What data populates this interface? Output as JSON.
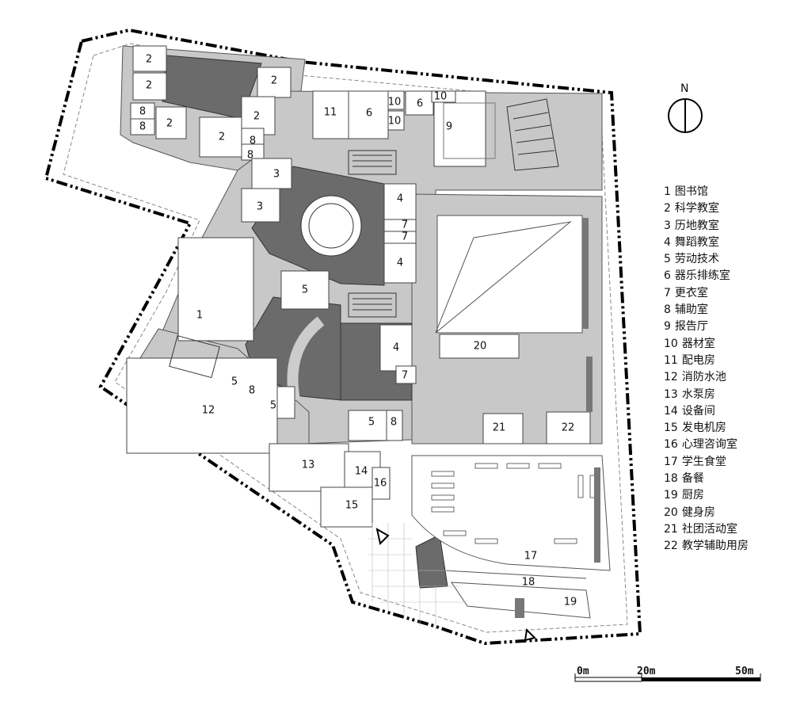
{
  "north": {
    "label": "N"
  },
  "rooms": [
    {
      "num": "1",
      "name": "图书馆"
    },
    {
      "num": "2",
      "name": "科学教室"
    },
    {
      "num": "3",
      "name": "历地教室"
    },
    {
      "num": "4",
      "name": "舞蹈教室"
    },
    {
      "num": "5",
      "name": "劳动技术"
    },
    {
      "num": "6",
      "name": "器乐排练室"
    },
    {
      "num": "7",
      "name": "更衣室"
    },
    {
      "num": "8",
      "name": "辅助室"
    },
    {
      "num": "9",
      "name": "报告厅"
    },
    {
      "num": "10",
      "name": "器材室"
    },
    {
      "num": "11",
      "name": "配电房"
    },
    {
      "num": "12",
      "name": "消防水池"
    },
    {
      "num": "13",
      "name": "水泵房"
    },
    {
      "num": "14",
      "name": "设备间"
    },
    {
      "num": "15",
      "name": "发电机房"
    },
    {
      "num": "16",
      "name": "心理咨询室"
    },
    {
      "num": "17",
      "name": "学生食堂"
    },
    {
      "num": "18",
      "name": "备餐"
    },
    {
      "num": "19",
      "name": "厨房"
    },
    {
      "num": "20",
      "name": "健身房"
    },
    {
      "num": "21",
      "name": "社团活动室"
    },
    {
      "num": "22",
      "name": "教学辅助用房"
    }
  ],
  "scale_bar": {
    "labels": [
      "0m",
      "20m",
      "50m"
    ]
  },
  "plan_labels": {
    "l1": "1",
    "l2a": "2",
    "l2b": "2",
    "l2c": "2",
    "l2d": "2",
    "l2e": "2",
    "l2f": "2",
    "l3a": "3",
    "l3b": "3",
    "l4a": "4",
    "l4b": "4",
    "l4c": "4",
    "l5a": "5",
    "l5b": "5",
    "l5c": "5",
    "l5d": "5",
    "l6a": "6",
    "l6b": "6",
    "l7a": "7",
    "l7b": "7",
    "l7c": "7",
    "l8a": "8",
    "l8b": "8",
    "l8c": "8",
    "l8d": "8",
    "l8e": "8",
    "l8f": "8",
    "l9": "9",
    "l10a": "10",
    "l10b": "10",
    "l10c": "10",
    "l11": "11",
    "l12": "12",
    "l13": "13",
    "l14": "14",
    "l15": "15",
    "l16": "16",
    "l17": "17",
    "l18": "18",
    "l19": "19",
    "l20": "20",
    "l21": "21",
    "l22": "22"
  },
  "colors": {
    "corridor": "#c8c8c8",
    "courtyard": "#6b6b6b",
    "boundary": "#000000",
    "room": "#ffffff"
  }
}
